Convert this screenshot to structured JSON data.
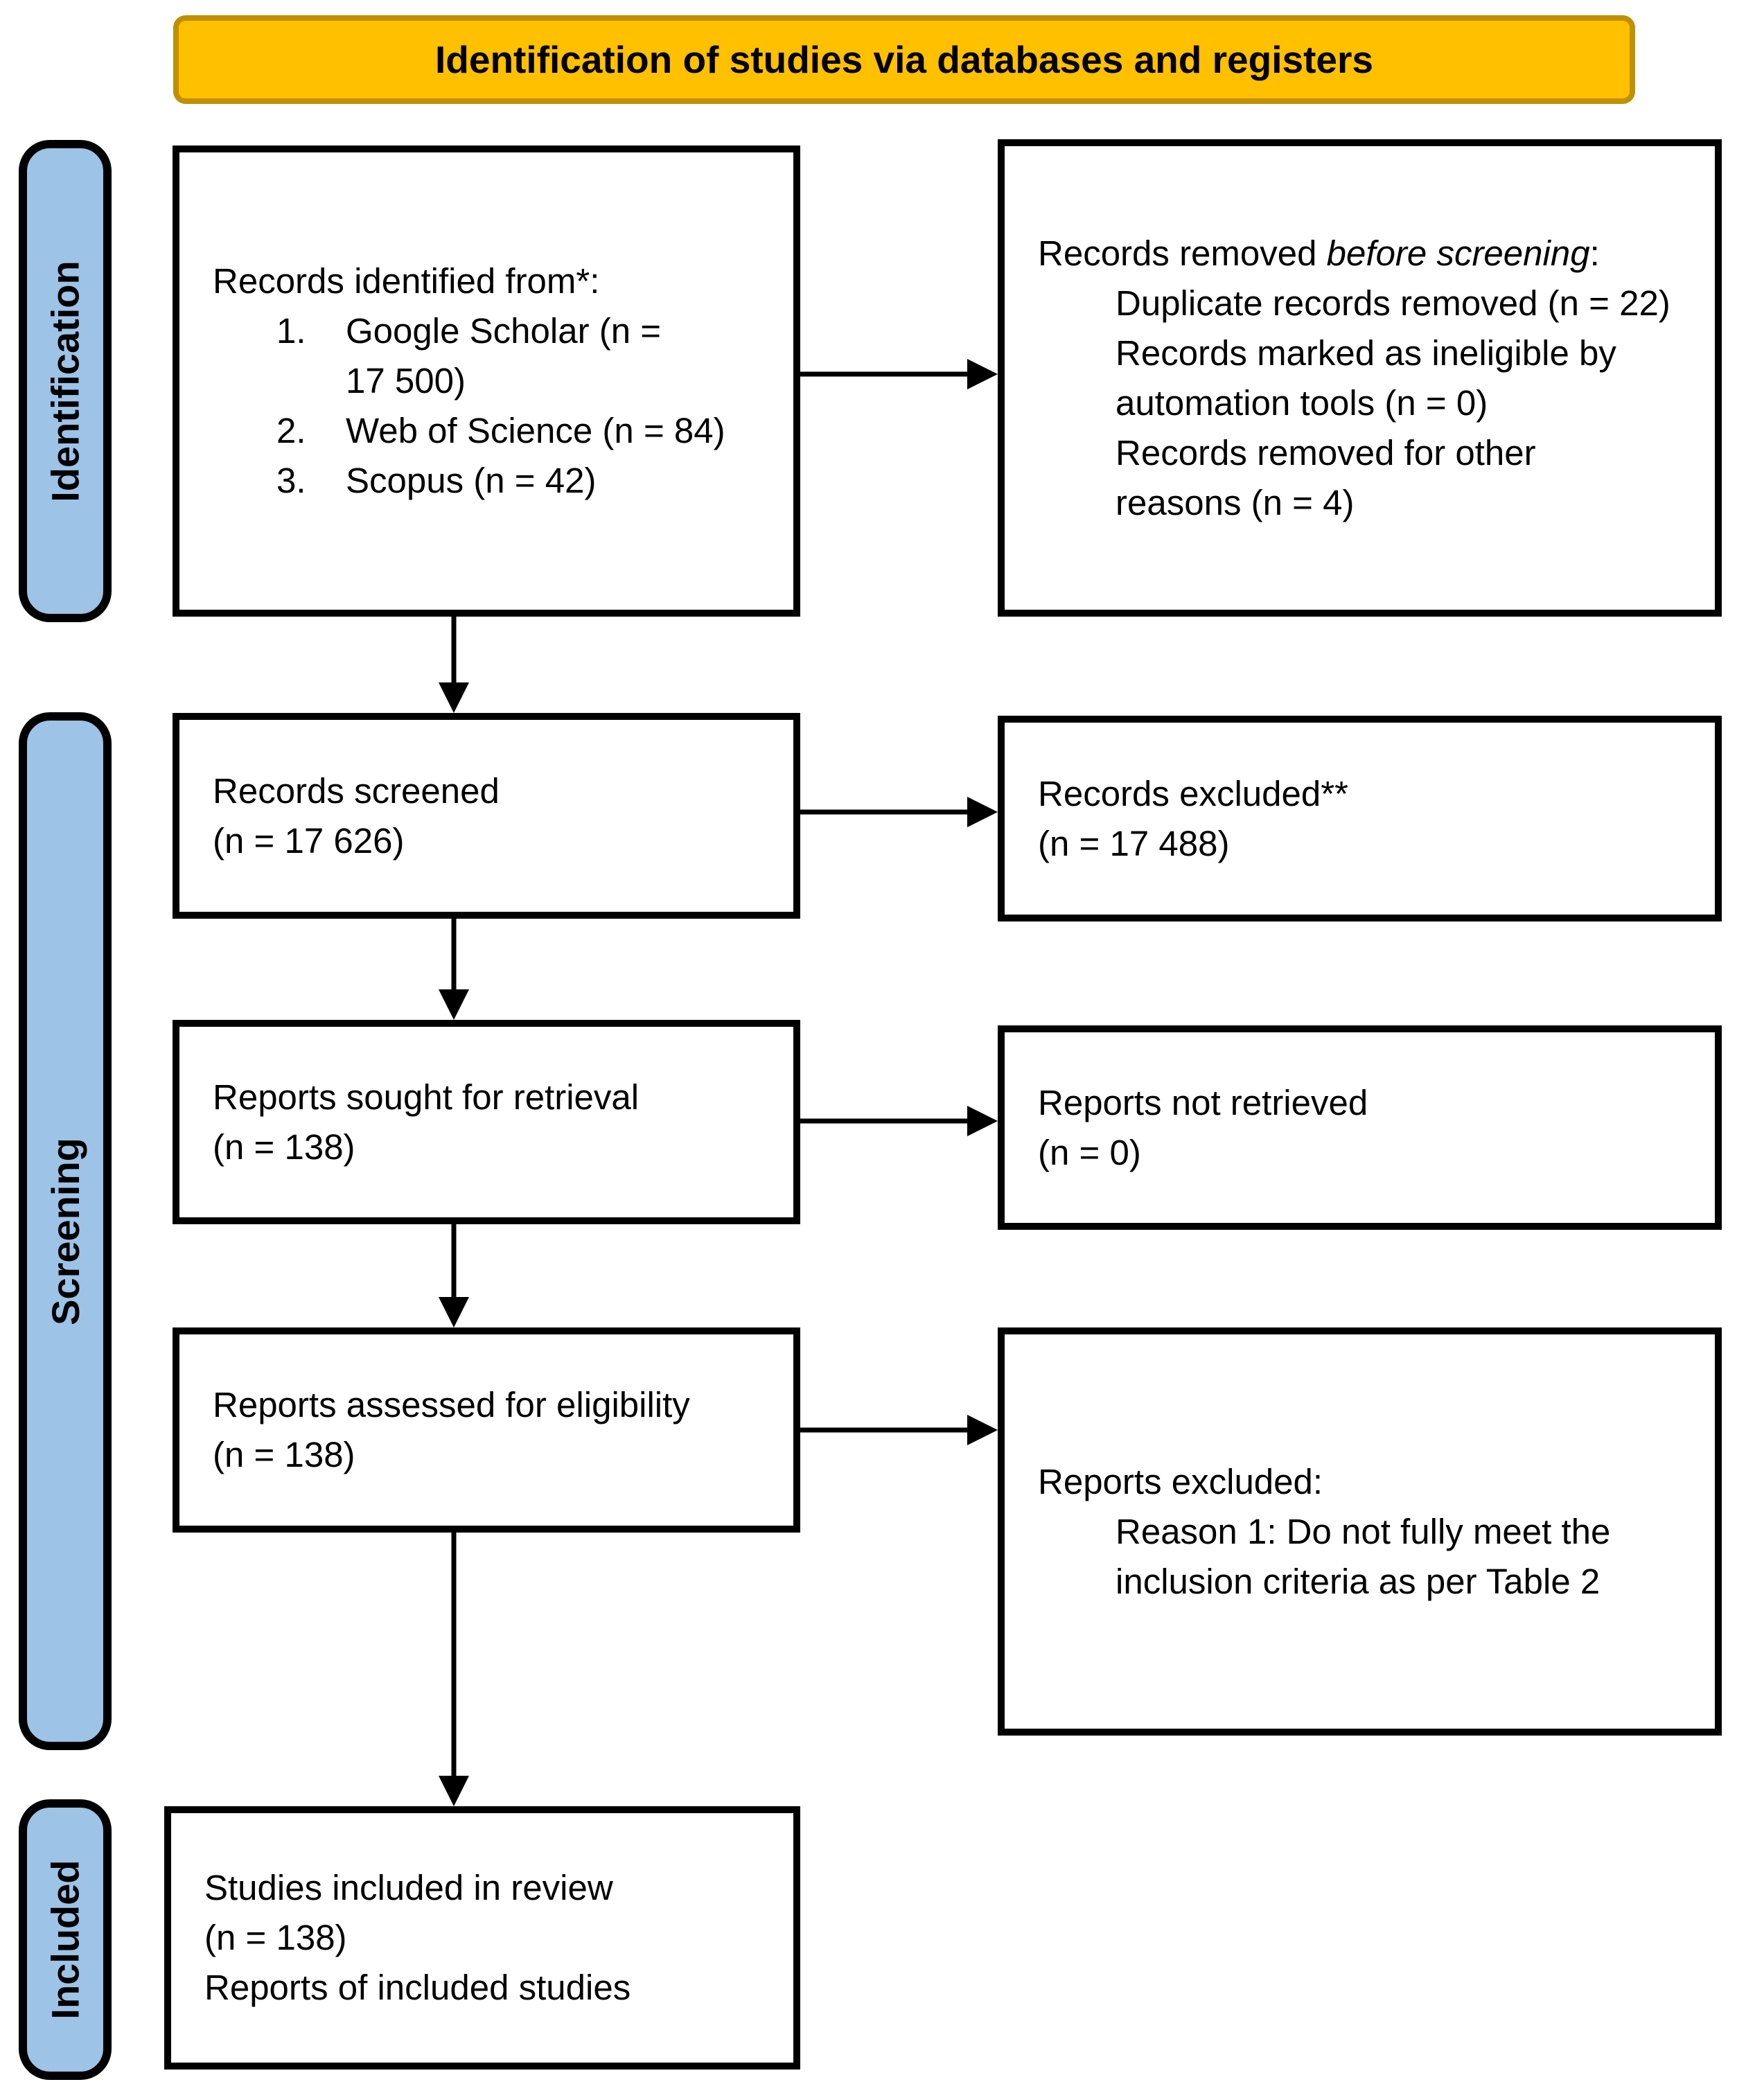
{
  "banner": {
    "label": "Identification of studies via databases and registers",
    "fill": "#FFC000",
    "border_color": "#BF9000"
  },
  "phase_style": {
    "fill": "#9DC3E6",
    "border_color": "#000000"
  },
  "phases": [
    {
      "label": "Identification"
    },
    {
      "label": "Screening"
    },
    {
      "label": "Included"
    }
  ],
  "boxes": {
    "records_identified": {
      "intro": "Records identified from*:",
      "items": [
        {
          "num": "1.",
          "text": "Google Scholar (n =\n17 500)"
        },
        {
          "num": "2.",
          "text": "Web of Science (n = 84)"
        },
        {
          "num": "3.",
          "text": "Scopus (n = 42)"
        }
      ]
    },
    "records_removed": {
      "intro_prefix": "Records removed ",
      "intro_emphasis": "before screening",
      "intro_suffix": ":",
      "items": [
        "Duplicate records removed (n = 22)",
        "Records marked as ineligible by\nautomation tools (n = 0)",
        "Records removed for other\nreasons (n = 4)"
      ]
    },
    "records_screened": {
      "text": "Records screened\n(n = 17 626)"
    },
    "records_excluded": {
      "text": "Records excluded**\n(n = 17 488)"
    },
    "reports_sought": {
      "text": "Reports sought for retrieval\n(n = 138)"
    },
    "reports_not_retrieved": {
      "text": "Reports not retrieved\n(n = 0)"
    },
    "reports_assessed": {
      "text": "Reports assessed for eligibility\n(n = 138)"
    },
    "reports_excluded": {
      "intro": "Reports excluded:",
      "items": [
        "Reason 1: Do not fully meet the\ninclusion criteria as per Table 2"
      ]
    },
    "studies_included": {
      "text": "Studies included in review\n(n = 138)\nReports of included studies"
    }
  },
  "arrow_color": "#000000"
}
